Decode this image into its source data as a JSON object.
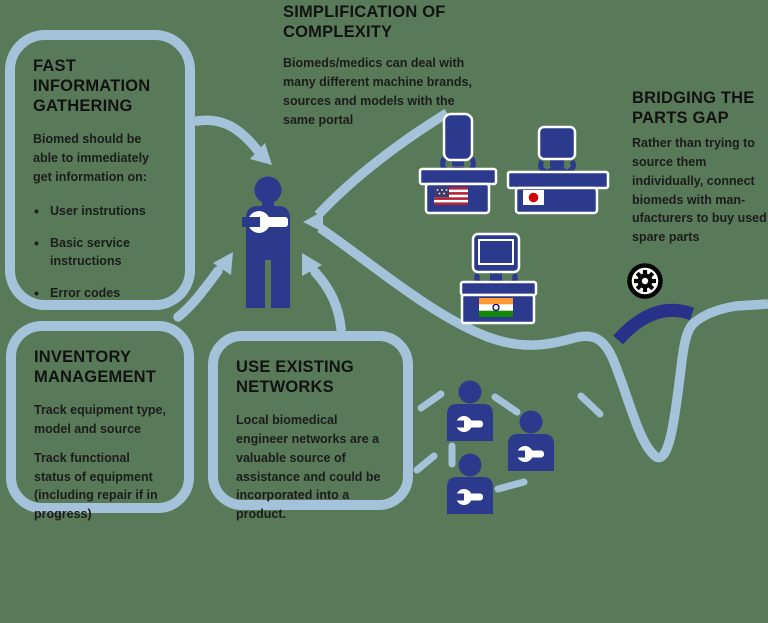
{
  "colors": {
    "background_green": "#597a59",
    "light_blue": "#a4c2da",
    "navy": "#2b3a8c",
    "bridge_navy": "#283189",
    "text": "#1c1c1c",
    "us_flag_red": "#b22234",
    "us_flag_blue": "#3c3b6e",
    "japan_flag_red": "#d30000",
    "india_saffron": "#ff9933",
    "india_green": "#138808",
    "india_chakra_navy": "#000080"
  },
  "panels": {
    "fast_info": {
      "title": "FAST INFORMATION GATHERING",
      "intro": "Biomed should be able to immediately get information on:",
      "bullets": [
        "User instrutions",
        "Basic service instructions",
        "Error codes"
      ]
    },
    "inventory": {
      "title": "INVENTORY MANAGEMENT",
      "para1": "Track equipment type, model and source",
      "para2": "Track functional status of equipment (including repair if in progress)"
    },
    "networks": {
      "title": "USE EXISTING NETWORKS",
      "body": "Local biomedical engineer networks are a valuable source of assistance and could be incorporated into a product."
    }
  },
  "callouts": {
    "simplification": {
      "title": "SIMPLIFICATION OF COMPLEXITY",
      "body": "Biomeds/medics can deal with many different machine brands, sources and models with the same portal"
    },
    "bridging": {
      "title": "BRIDGING THE PARTS GAP",
      "body": "Rather than trying to source them individually, connect biomeds with man-ufacturers to buy used spare parts"
    }
  },
  "icons": {
    "center_person": "biomed-person-icon",
    "wrench": "wrench-icon",
    "gear": "gear-icon",
    "bridge": "bridge-arc-icon",
    "workstations": [
      "us-flag-icon",
      "japan-flag-icon",
      "india-flag-icon"
    ],
    "network_people": "network-person-icon"
  }
}
